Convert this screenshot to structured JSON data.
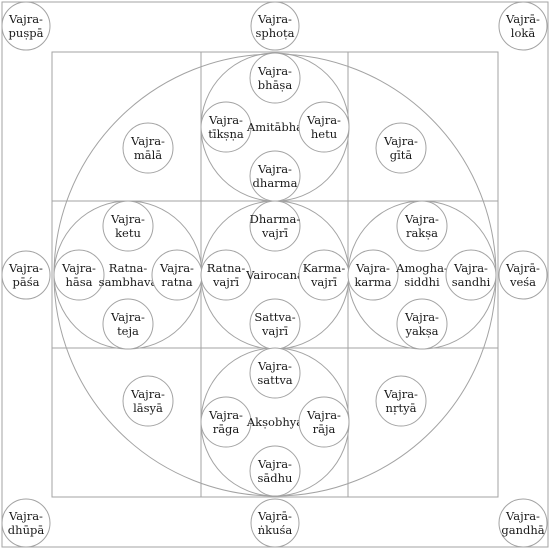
{
  "deities": {
    "pushpa": [
      "Vajra-",
      "puṣpā"
    ],
    "sphota": [
      "Vajra-",
      "sphoṭa"
    ],
    "loka": [
      "Vajrā-",
      "lokā"
    ],
    "pasha": [
      "Vajra-",
      "pāśa"
    ],
    "vesha": [
      "Vajrā-",
      "veśa"
    ],
    "dhupa": [
      "Vajra-",
      "dhūpā"
    ],
    "ankusha": [
      "Vajrā-",
      "ṅkuśa"
    ],
    "gandha": [
      "Vajra-",
      "gandhā"
    ],
    "bhasa": [
      "Vajra-",
      "bhāṣa"
    ],
    "tikshna": [
      "Vajra-",
      "tīkṣṇa"
    ],
    "amitabha": [
      "Amitābha"
    ],
    "hetu": [
      "Vajra-",
      "hetu"
    ],
    "dharma": [
      "Vajra-",
      "dharma"
    ],
    "mala": [
      "Vajra-",
      "mālā"
    ],
    "gita": [
      "Vajra-",
      "gītā"
    ],
    "ketu": [
      "Vajra-",
      "ketu"
    ],
    "hasa": [
      "Vajra-",
      "hāsa"
    ],
    "ratnasambhava": [
      "Ratna-",
      "sambhava"
    ],
    "vajra_ratna": [
      "Vajra-",
      "ratna"
    ],
    "teja": [
      "Vajra-",
      "teja"
    ],
    "dharmavajri": [
      "Dharma-",
      "vajrī"
    ],
    "ratnavajri": [
      "Ratna-",
      "vajrī"
    ],
    "vairocana": [
      "Vairocana"
    ],
    "karmavajri": [
      "Karma-",
      "vajrī"
    ],
    "sattvavajri": [
      "Sattva-",
      "vajrī"
    ],
    "raksa": [
      "Vajra-",
      "rakṣa"
    ],
    "vajra_karma": [
      "Vajra-",
      "karma"
    ],
    "amoghasiddhi": [
      "Amogha-",
      "siddhi"
    ],
    "sandhi": [
      "Vajra-",
      "sandhi"
    ],
    "yaksa": [
      "Vajra-",
      "yakṣa"
    ],
    "lasya": [
      "Vajra-",
      "lāsyā"
    ],
    "nrtya": [
      "Vajra-",
      "nṛtyā"
    ],
    "sattva": [
      "Vajra-",
      "sattva"
    ],
    "raga": [
      "Vajra-",
      "rāga"
    ],
    "aksobhya": [
      "Akṣobhya"
    ],
    "raja": [
      "Vajra-",
      "rāja"
    ],
    "sadhu": [
      "Vajra-",
      "sādhu"
    ]
  }
}
